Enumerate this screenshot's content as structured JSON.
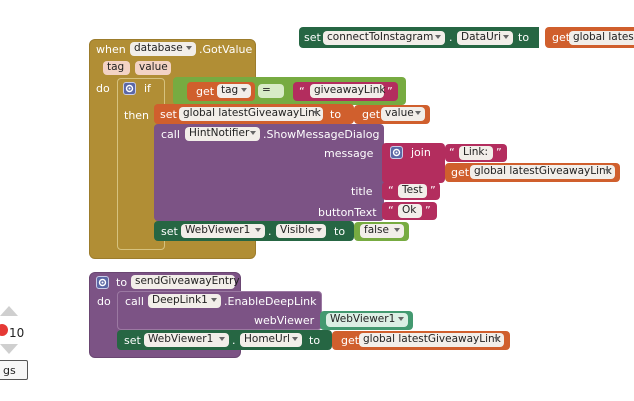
{
  "colors": {
    "control": "#b18e35",
    "event_border": "#9c7c2c",
    "get_set_var": "#d05f2d",
    "component_get_set": "#266643",
    "procedure": "#7c5385",
    "text": "#b32d5e",
    "logic": "#77ab41",
    "canvas": "#ffffff"
  },
  "top_setter": {
    "set_kw": "set",
    "component": "connectToInstagram",
    "dot": ".",
    "property": "DataUri",
    "to_kw": "to",
    "get_kw": "get",
    "variable": "global latestG"
  },
  "event_block": {
    "when_kw": "when",
    "component": "database",
    "event": ".GotValue",
    "params": [
      "tag",
      "value"
    ],
    "do_kw": "do",
    "if_kw": "if",
    "then_kw": "then",
    "condition": {
      "get_kw": "get",
      "left_var": "tag",
      "operator": "=",
      "right_text": "giveawayLink"
    },
    "set_global": {
      "set_kw": "set",
      "variable": "global latestGiveawayLink",
      "to_kw": "to",
      "get_kw": "get",
      "value_var": "value"
    },
    "call_dialog": {
      "call_kw": "call",
      "component": "HintNotifier",
      "method": ".ShowMessageDialog",
      "message_label": "message",
      "join_kw": "join",
      "join_text": "Link: ",
      "join_get_kw": "get",
      "join_var": "global latestGiveawayLink",
      "title_label": "title",
      "title_text": "Test",
      "button_label": "buttonText",
      "button_text": "Ok"
    },
    "set_visible": {
      "set_kw": "set",
      "component": "WebViewer1",
      "dot": ".",
      "property": "Visible",
      "to_kw": "to",
      "value": "false"
    }
  },
  "procedure_block": {
    "to_kw": "to",
    "name": "sendGiveawayEntry",
    "do_kw": "do",
    "call_deeplink": {
      "call_kw": "call",
      "component": "DeepLink1",
      "method": ".EnableDeepLink",
      "arg_label": "webViewer",
      "arg_value": "WebViewer1"
    },
    "set_homeurl": {
      "set_kw": "set",
      "component": "WebViewer1",
      "dot": ".",
      "property": "HomeUrl",
      "to_kw": "to",
      "get_kw": "get",
      "variable": "global latestGiveawayLink"
    }
  },
  "workspace_controls": {
    "zoom_count": "10",
    "warnings_label": "gs"
  }
}
